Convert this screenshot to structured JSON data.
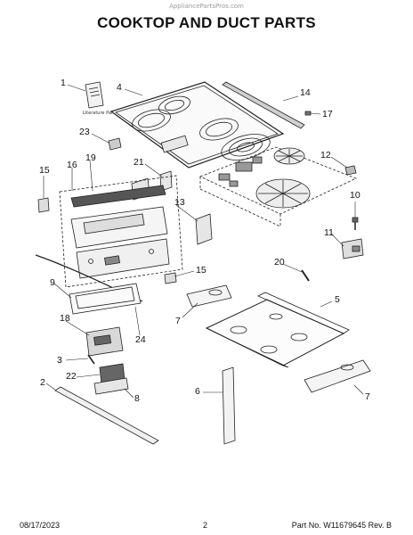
{
  "watermark": "AppliancePartsPros.com",
  "title": "COOKTOP AND DUCT PARTS",
  "literature_label": "Literature Parts",
  "callouts": {
    "c1": "1",
    "c2": "2",
    "c3": "3",
    "c4": "4",
    "c5": "5",
    "c6": "6",
    "c7a": "7",
    "c7b": "7",
    "c8": "8",
    "c9": "9",
    "c10": "10",
    "c11": "11",
    "c12": "12",
    "c13": "13",
    "c14": "14",
    "c15a": "15",
    "c15b": "15",
    "c16": "16",
    "c17": "17",
    "c18": "18",
    "c19": "19",
    "c20": "20",
    "c21": "21",
    "c22": "22",
    "c23": "23",
    "c24": "24"
  },
  "footer": {
    "date": "08/17/2023",
    "page": "2",
    "part_no": "Part No. W11679645  Rev. B"
  }
}
